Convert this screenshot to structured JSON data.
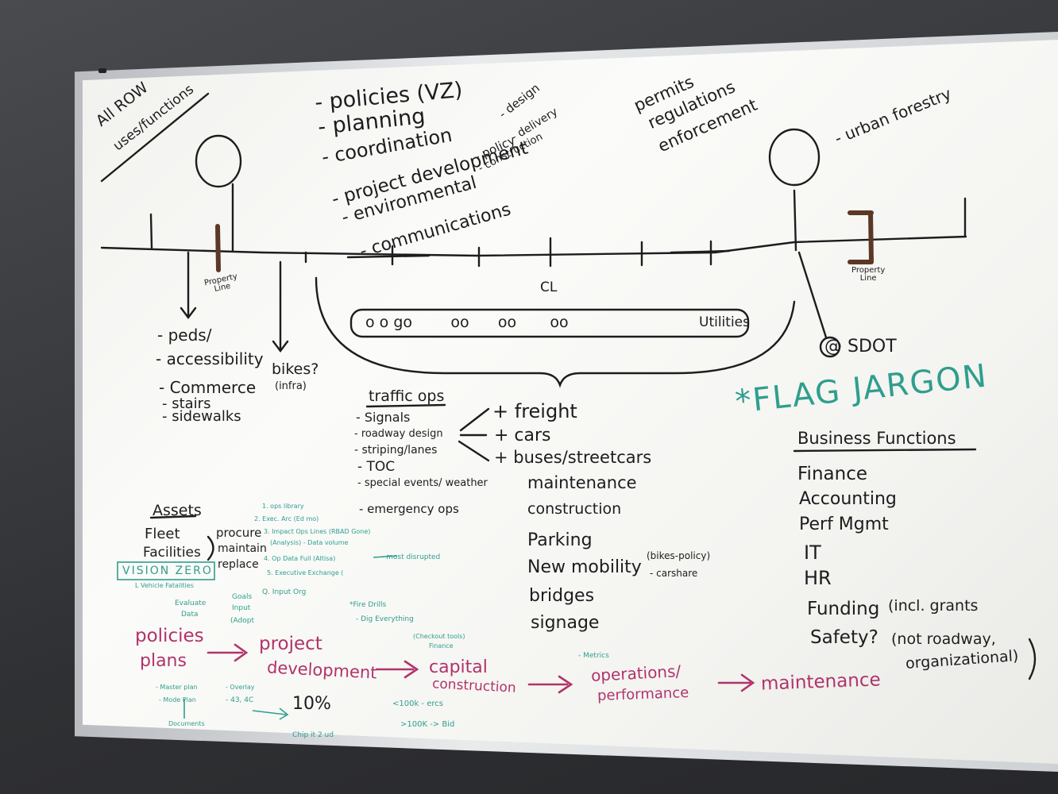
{
  "board": {
    "top_left": [
      "All ROW",
      "uses/functions"
    ],
    "center_list": [
      "- policies (VZ)",
      "- planning",
      "- coordination",
      "- project development",
      "- environmental",
      "- communications"
    ],
    "pd_sub": [
      "- design",
      "- policy",
      "- construction"
    ],
    "pd_sub2": "- delivery",
    "permits": [
      "permits",
      "regulations",
      "enforcement"
    ],
    "urban_forestry": "- urban forestry",
    "property_line": [
      "Property",
      "Line"
    ],
    "cl": "CL",
    "utilities_circles": "o o go        oo      oo       oo",
    "utilities": "Utilities",
    "sdot": "@ SDOT",
    "left_uses": [
      "- peds/",
      "- accessibility",
      "- Commerce",
      "- stairs",
      "- sidewalks"
    ],
    "bikes": [
      "bikes?",
      "(infra)"
    ],
    "flag": "*FLAG JARGON",
    "traffic_ops_title": "traffic ops",
    "traffic_ops_items": [
      "- Signals",
      "- roadway design",
      "- striping/lanes",
      "- TOC",
      "- special events/ weather",
      "- emergency ops"
    ],
    "modes": [
      "+ freight",
      "+ cars",
      "+ buses/streetcars"
    ],
    "ops_list": [
      "maintenance",
      "construction",
      "Parking",
      "New mobility",
      "bridges",
      "signage"
    ],
    "new_mobility_note": [
      "(bikes-policy)",
      "- carshare"
    ],
    "business_title": "Business Functions",
    "business_items": [
      "Finance",
      "Accounting",
      "Perf Mgmt",
      "IT",
      "HR",
      "Funding",
      "Safety?"
    ],
    "funding_note": "(incl. grants",
    "safety_note": [
      "(not roadway,",
      "organizational)"
    ],
    "assets_title": "Assets",
    "assets_items": [
      "Fleet",
      "Facilities"
    ],
    "assets_actions": [
      "procure",
      "maintain",
      "replace"
    ],
    "vision_zero": "VISION ZERO",
    "teal_notes": [
      "1. ops library",
      "2. Exec. Arc (Ed mo)",
      "3. Impact Ops Lines (RBAD Gone)",
      "(Analysis) - Data volume",
      "4. Op Data Full (Altisa)",
      "5. Executive Exchange (",
      "- most disrupted",
      "L Vehicle Fatalities",
      "Evaluate",
      "Data",
      "Goals",
      "Input",
      "(Adopt",
      "Q. Input Org",
      "*Fire Drills",
      "- Dig Everything",
      "(Checkout tools)",
      "Finance",
      "- Metrics",
      "- Master plan",
      "- Mode Plan",
      "Documents",
      "- Overlay",
      "- 43, 4C",
      "Chip it 2 ud",
      "<100k - ercs",
      ">100K -> Bid"
    ],
    "pipeline": [
      "policies",
      "plans",
      "project",
      "development",
      "capital",
      "construction",
      "operations/",
      "performance",
      "maintenance"
    ],
    "ten_percent": "10%"
  }
}
